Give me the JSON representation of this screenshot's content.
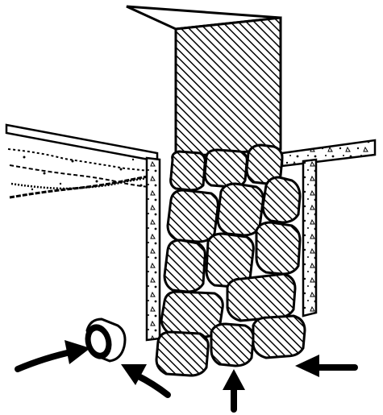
{
  "figure": {
    "title": "",
    "colors": {
      "ink": "#000000",
      "paper": "#ffffff"
    },
    "parts": [
      "ground-surface-left",
      "ground-surface-right",
      "concrete-wall",
      "rubble-stone-foundation",
      "trench-side-left",
      "trench-side-right",
      "pipe-section",
      "arrow-left",
      "arrow-under-pipe",
      "arrow-bottom",
      "arrow-right"
    ]
  }
}
